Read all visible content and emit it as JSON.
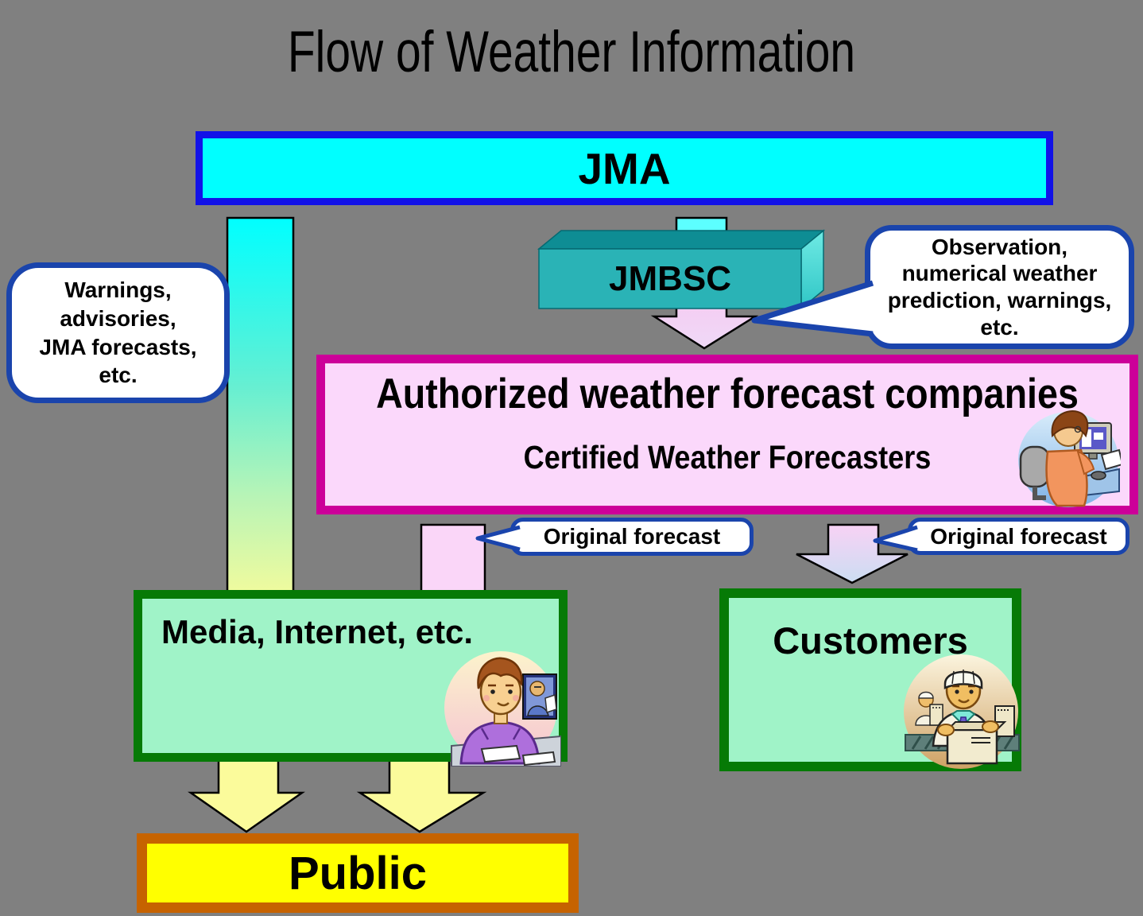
{
  "title": "Flow of Weather Information",
  "nodes": {
    "jma": {
      "label": "JMA"
    },
    "jmbsc": {
      "label": "JMBSC"
    },
    "authorized": {
      "title": "Authorized weather forecast companies",
      "subtitle": "Certified Weather Forecasters"
    },
    "media": {
      "label": "Media, Internet, etc."
    },
    "customers": {
      "label": "Customers"
    },
    "public": {
      "label": "Public"
    }
  },
  "callouts": {
    "warnings": {
      "text": "Warnings,\nadvisories,\nJMA forecasts,\netc."
    },
    "observation": {
      "text": "Observation,\nnumerical weather\nprediction, warnings,\netc."
    },
    "original_forecast_left": {
      "text": "Original forecast"
    },
    "original_forecast_right": {
      "text": "Original forecast"
    }
  },
  "icons": {
    "woman_at_computer": "forecaster-at-computer-illustration",
    "news_anchor": "tv-news-anchor-illustration",
    "factory_worker": "factory-workers-illustration"
  },
  "colors": {
    "bg": "#808080",
    "jma_fill": "#00FFFF",
    "jma_border": "#1212E8",
    "jmbsc_front": "#2AB3B6",
    "jmbsc_top": "#0E8D94",
    "jmbsc_side": "#4FDEDA",
    "authorized_fill": "#FBD8FB",
    "authorized_border": "#CC0099",
    "green_fill": "#A0F3C8",
    "green_border": "#067A06",
    "public_fill": "#FFFF00",
    "public_border": "#C66300",
    "bubble_border": "#1A44AC",
    "yellow_arrow": "#FBFB9B",
    "text": "#000000"
  }
}
